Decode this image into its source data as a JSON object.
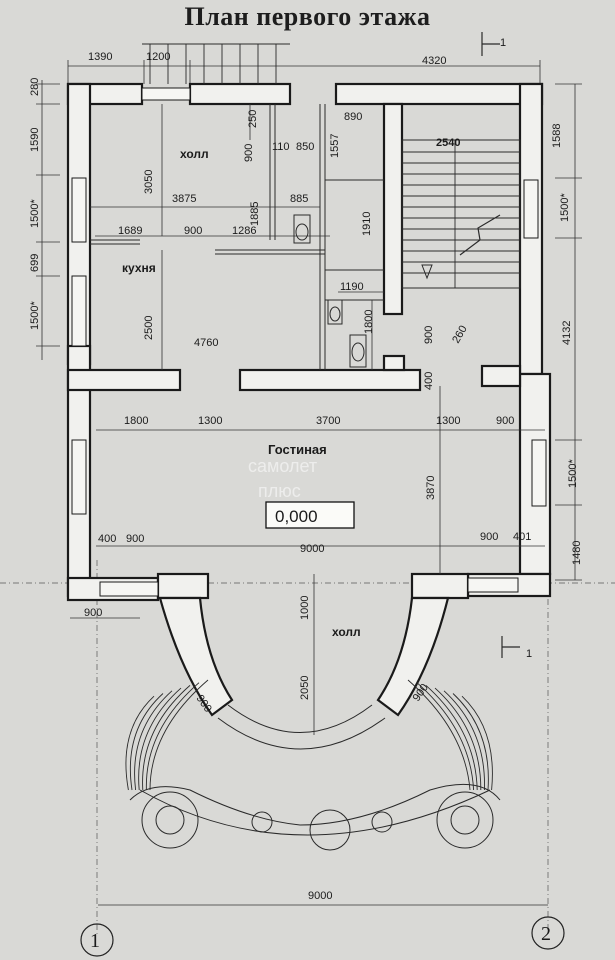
{
  "title": "План первого этажа",
  "section_marks": [
    "1",
    "1"
  ],
  "axes": [
    "1",
    "2"
  ],
  "rooms": {
    "hall_top": "холл",
    "kitchen": "кухня",
    "living": "Гостиная",
    "hall_bottom": "холл"
  },
  "level": "0,000",
  "watermark": [
    "самолет",
    "плюс"
  ],
  "dims": {
    "top_1390": "1390",
    "top_1200": "1200",
    "top_4320": "4320",
    "left_280": "280",
    "left_1590": "1590",
    "left_1500a": "1500*",
    "left_699": "699",
    "left_1500b": "1500*",
    "right_1588": "1588",
    "right_1500a": "1500*",
    "right_4132": "4132",
    "right_1500b": "1500*",
    "right_1480": "1480",
    "d_250": "250",
    "d_890": "890",
    "d_2540": "2540",
    "d_900a": "900",
    "d_110": "110",
    "d_850": "850",
    "d_1557": "1557",
    "d_3050": "3050",
    "d_3875": "3875",
    "d_1885": "1885",
    "d_885": "885",
    "d_1910": "1910",
    "d_1689": "1689",
    "d_900b": "900",
    "d_1286": "1286",
    "d_1190": "1190",
    "d_2500": "2500",
    "d_1800v": "1800",
    "d_900c": "900",
    "d_260": "260",
    "d_4760": "4760",
    "d_400a": "400",
    "d_1800": "1800",
    "d_1300a": "1300",
    "d_3700": "3700",
    "d_1300b": "1300",
    "d_900d": "900",
    "d_3870": "3870",
    "d_400b": "400",
    "d_900e": "900",
    "d_9000a": "9000",
    "d_900f": "900",
    "d_401": "401",
    "d_900g": "900",
    "d_1000": "1000",
    "d_2050": "2050",
    "d_900h": "900",
    "d_900i": "900",
    "d_9000b": "9000"
  }
}
